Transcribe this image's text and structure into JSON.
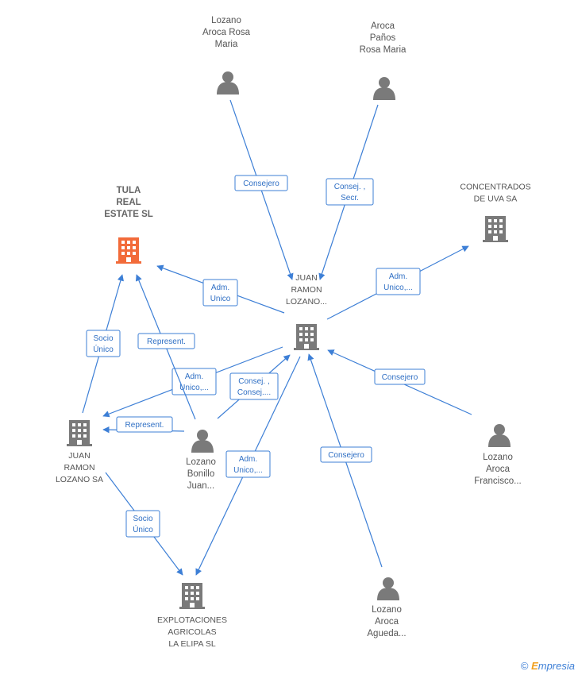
{
  "colors": {
    "edge": "#3d7fd6",
    "person": "#7a7a7a",
    "company": "#7a7a7a",
    "highlight": "#f26b3a"
  },
  "nodes": [
    {
      "id": "tula",
      "type": "company",
      "highlight": true,
      "lines": [
        "TULA",
        "REAL",
        "ESTATE  SL"
      ]
    },
    {
      "id": "jr_lozano_center",
      "type": "company",
      "lines": [
        "JUAN",
        "RAMON",
        "LOZANO..."
      ]
    },
    {
      "id": "concentrados",
      "type": "company",
      "lines": [
        "CONCENTRADOS",
        "DE UVA SA"
      ]
    },
    {
      "id": "jr_lozano_sa",
      "type": "company",
      "lines": [
        "JUAN",
        "RAMON",
        "LOZANO SA"
      ]
    },
    {
      "id": "explotaciones",
      "type": "company",
      "lines": [
        "EXPLOTACIONES",
        "AGRICOLAS",
        "LA ELIPA  SL"
      ]
    },
    {
      "id": "lozano_aroca_rosa",
      "type": "person",
      "lines": [
        "Lozano",
        "Aroca Rosa",
        "Maria"
      ]
    },
    {
      "id": "aroca_panos",
      "type": "person",
      "lines": [
        "Aroca",
        "Paños",
        "Rosa Maria"
      ]
    },
    {
      "id": "lozano_bonillo",
      "type": "person",
      "lines": [
        "Lozano",
        "Bonillo",
        "Juan..."
      ]
    },
    {
      "id": "lozano_francisco",
      "type": "person",
      "lines": [
        "Lozano",
        "Aroca",
        "Francisco..."
      ]
    },
    {
      "id": "lozano_agueda",
      "type": "person",
      "lines": [
        "Lozano",
        "Aroca",
        "Agueda..."
      ]
    }
  ],
  "edges": [
    {
      "id": "e1",
      "lines": [
        "Consejero"
      ]
    },
    {
      "id": "e2",
      "lines": [
        "Consej. ,",
        "Secr."
      ]
    },
    {
      "id": "e3",
      "lines": [
        "Adm.",
        "Unico,..."
      ]
    },
    {
      "id": "e4",
      "lines": [
        "Adm.",
        "Unico"
      ]
    },
    {
      "id": "e5",
      "lines": [
        "Consejero"
      ]
    },
    {
      "id": "e6",
      "lines": [
        "Adm.",
        "Unico,..."
      ]
    },
    {
      "id": "e7",
      "lines": [
        "Consej. ,",
        "Consej...."
      ]
    },
    {
      "id": "e8",
      "lines": [
        "Represent."
      ]
    },
    {
      "id": "e9",
      "lines": [
        "Represent."
      ]
    },
    {
      "id": "e10",
      "lines": [
        "Socio",
        "Único"
      ]
    },
    {
      "id": "e11",
      "lines": [
        "Socio",
        "Único"
      ]
    },
    {
      "id": "e12",
      "lines": [
        "Adm.",
        "Unico,..."
      ]
    },
    {
      "id": "e13",
      "lines": [
        "Consejero"
      ]
    }
  ],
  "footer": {
    "copyright": "©",
    "brand_initial": "E",
    "brand_rest": "mpresia"
  }
}
